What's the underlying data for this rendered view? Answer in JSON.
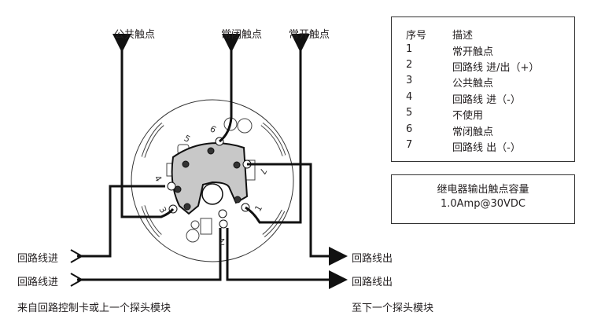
{
  "labels": {
    "common_contact": "公共触点",
    "nc_contact": "常闭触点",
    "no_contact": "常开触点",
    "loop_in_1": "回路线进",
    "loop_in_2": "回路线进",
    "loop_out_1": "回路线出",
    "loop_out_2": "回路线出",
    "from_note": "来自回路控制卡或上一个探头模块",
    "to_note": "至下一个探头模块"
  },
  "terminals": [
    "1",
    "2",
    "3",
    "4",
    "5",
    "6",
    "7"
  ],
  "legend": {
    "header_num": "序号",
    "header_desc": "描述",
    "rows": [
      {
        "num": "1",
        "desc": "常开触点"
      },
      {
        "num": "2",
        "desc": "回路线  进/出（+）"
      },
      {
        "num": "3",
        "desc": "公共触点"
      },
      {
        "num": "4",
        "desc": "回路线  进（-）"
      },
      {
        "num": "5",
        "desc": "不使用"
      },
      {
        "num": "6",
        "desc": "常闭触点"
      },
      {
        "num": "7",
        "desc": "回路线  出（-）"
      }
    ]
  },
  "rating": {
    "title": "继电器输出触点容量",
    "value": "1.0Amp@30VDC"
  }
}
